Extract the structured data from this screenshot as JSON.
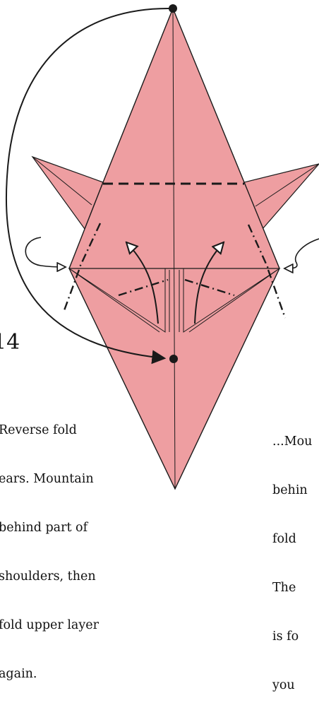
{
  "step": {
    "number": "14"
  },
  "captions": {
    "left": [
      "Reverse fold",
      "ears. Mountain",
      "behind part of",
      "shoulders, then",
      "fold upper layer",
      "again."
    ],
    "right": [
      "...Mou",
      "behin",
      "fold",
      "The",
      "is fo",
      "you"
    ]
  },
  "colors": {
    "paper": "#EE9EA1",
    "line": "#1A1A1A",
    "background": "#FFFFFF"
  },
  "markers": [
    "top-point-dot",
    "target-point-dot"
  ],
  "fold_lines": [
    "valley-fold-line",
    "mountain-fold-lines",
    "reverse-fold-arrows"
  ]
}
